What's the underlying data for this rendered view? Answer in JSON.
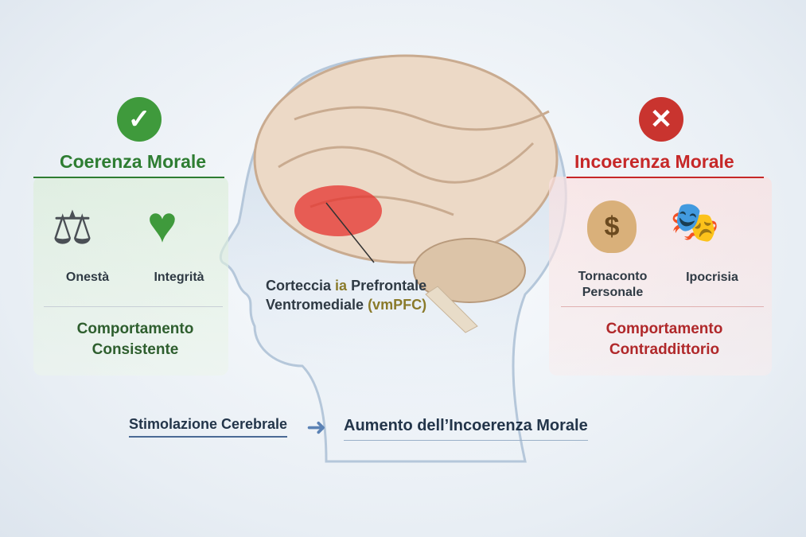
{
  "left": {
    "title": "Coerenza Morale",
    "items": [
      "Onestà",
      "Integrità"
    ],
    "behavior": [
      "Comportamento",
      "Consistente"
    ],
    "color": "#2e7d32"
  },
  "right": {
    "title": "Incoerenza Morale",
    "items": [
      "Tornaconto Personale",
      "Ipocrisia"
    ],
    "behavior": [
      "Comportamento",
      "Contraddittorio"
    ],
    "color": "#c62828"
  },
  "brain_label": {
    "line1_a": "Corteccia ",
    "line1_b": "ia",
    "line1_c": " Prefrontale",
    "line2_a": "Ventromediale ",
    "line2_b": "(vmPFC)"
  },
  "bottom": {
    "cause": "Stimolazione Cerebrale",
    "effect": "Aumento dell’Incoerenza Morale"
  }
}
